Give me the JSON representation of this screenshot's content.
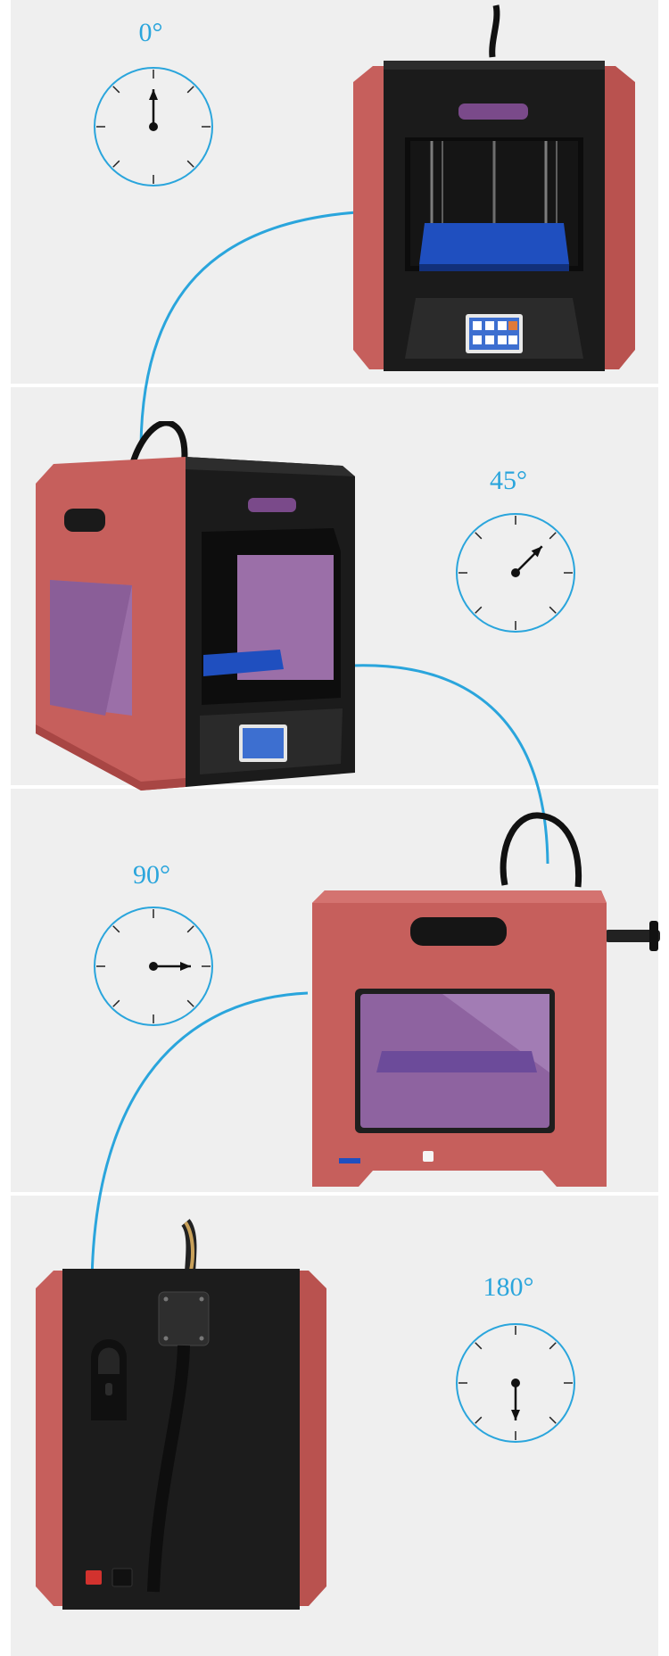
{
  "views": [
    {
      "label": "0°",
      "angle": 0
    },
    {
      "label": "45°",
      "angle": 45
    },
    {
      "label": "90°",
      "angle": 90
    },
    {
      "label": "180°",
      "angle": 180
    }
  ],
  "colors": {
    "accent": "#2aa5dc",
    "background": "#efefef",
    "printer_body": "#c65f5c",
    "printer_frame": "#1c1c1c",
    "build_plate": "#1f4fbf",
    "window_tint": "#9b6fa8"
  },
  "icons": [
    "clock-dial-icon",
    "printer-front-view",
    "printer-angled-view",
    "printer-side-view",
    "printer-rear-view"
  ]
}
